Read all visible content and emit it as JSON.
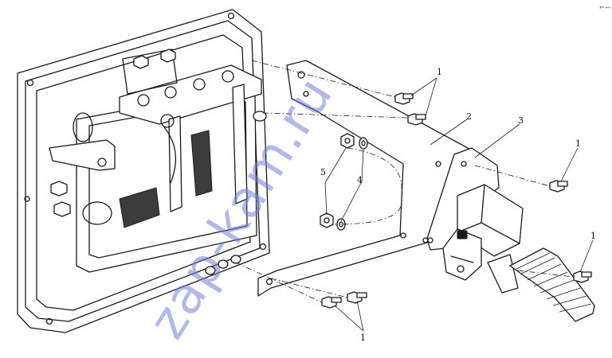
{
  "callouts": [
    {
      "id": "c1a",
      "text": "1"
    },
    {
      "id": "c1b",
      "text": "1"
    },
    {
      "id": "c1c",
      "text": "1"
    },
    {
      "id": "c1d",
      "text": "1"
    },
    {
      "id": "c2",
      "text": "2"
    },
    {
      "id": "c3",
      "text": "3"
    },
    {
      "id": "c4",
      "text": "4"
    },
    {
      "id": "c5",
      "text": "5"
    }
  ],
  "watermark": {
    "text": "zap-kam.ru"
  },
  "corner_mark": {
    "text": "⌐—"
  }
}
